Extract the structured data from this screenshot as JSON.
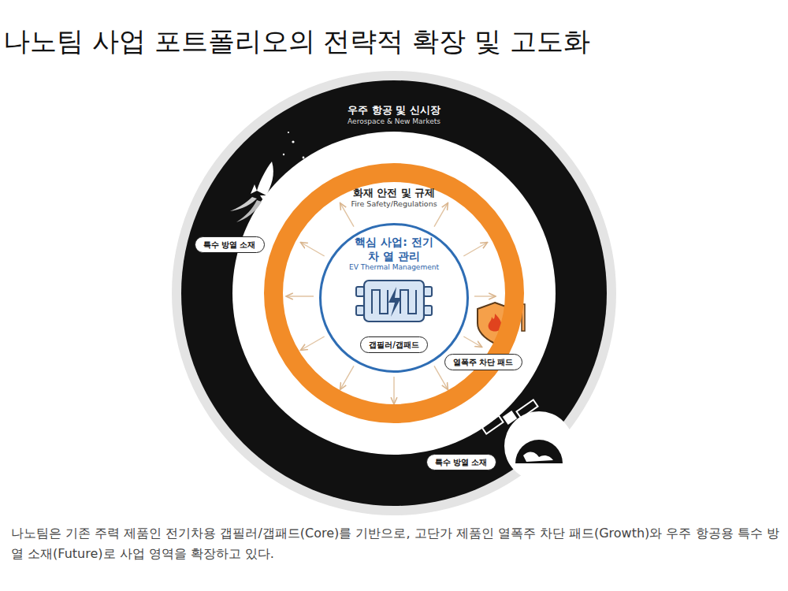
{
  "diagram": {
    "title": "나노팀 사업 포트폴리오의 전략적 확장 및 고도화",
    "caption": "나노팀은 기존 주력 제품인 전기차용 갭필러/갭패드(Core)를 기반으로, 고단가 제품인 열폭주 차단 패드(Growth)와 우주 항공용 특수 방열 소재(Future)로 사업 영역을 확장하고 있다.",
    "nodes": [
      {
        "text": [
          "우주 항공 및 신시장",
          "Aerospace & New Markets"
        ]
      },
      {
        "text": [
          "화재 안전 및 규제",
          "Fire Safety/Regulations"
        ],
        "in": 0
      },
      {
        "text": [
          "핵심 사업: 전기차 열 관리",
          "EV Thermal Management"
        ],
        "in": 1
      },
      {
        "text": [
          "갭필러/갭패드"
        ],
        "in": 2
      },
      {
        "text": [
          "열폭주 차단 패드"
        ],
        "in": 1
      },
      {
        "text": [
          "특수 방열 소재"
        ],
        "in": 0
      },
      {
        "text": [
          "특수 방열 소재"
        ],
        "in": 0
      }
    ]
  }
}
